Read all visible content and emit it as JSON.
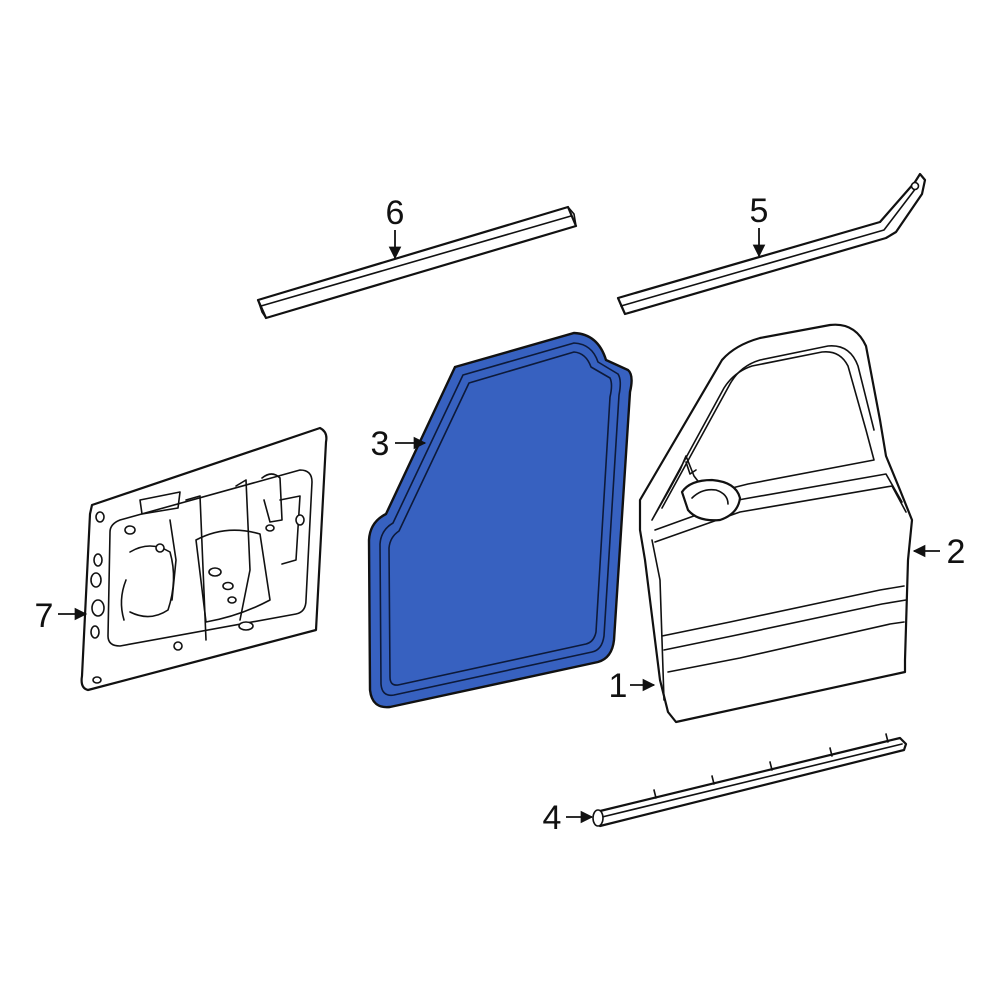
{
  "colors": {
    "highlight": "#3761c0",
    "outline": "#111111",
    "background": "#ffffff"
  },
  "callouts": {
    "c1": "1",
    "c2": "2",
    "c3": "3",
    "c4": "4",
    "c5": "5",
    "c6": "6",
    "c7": "7"
  }
}
